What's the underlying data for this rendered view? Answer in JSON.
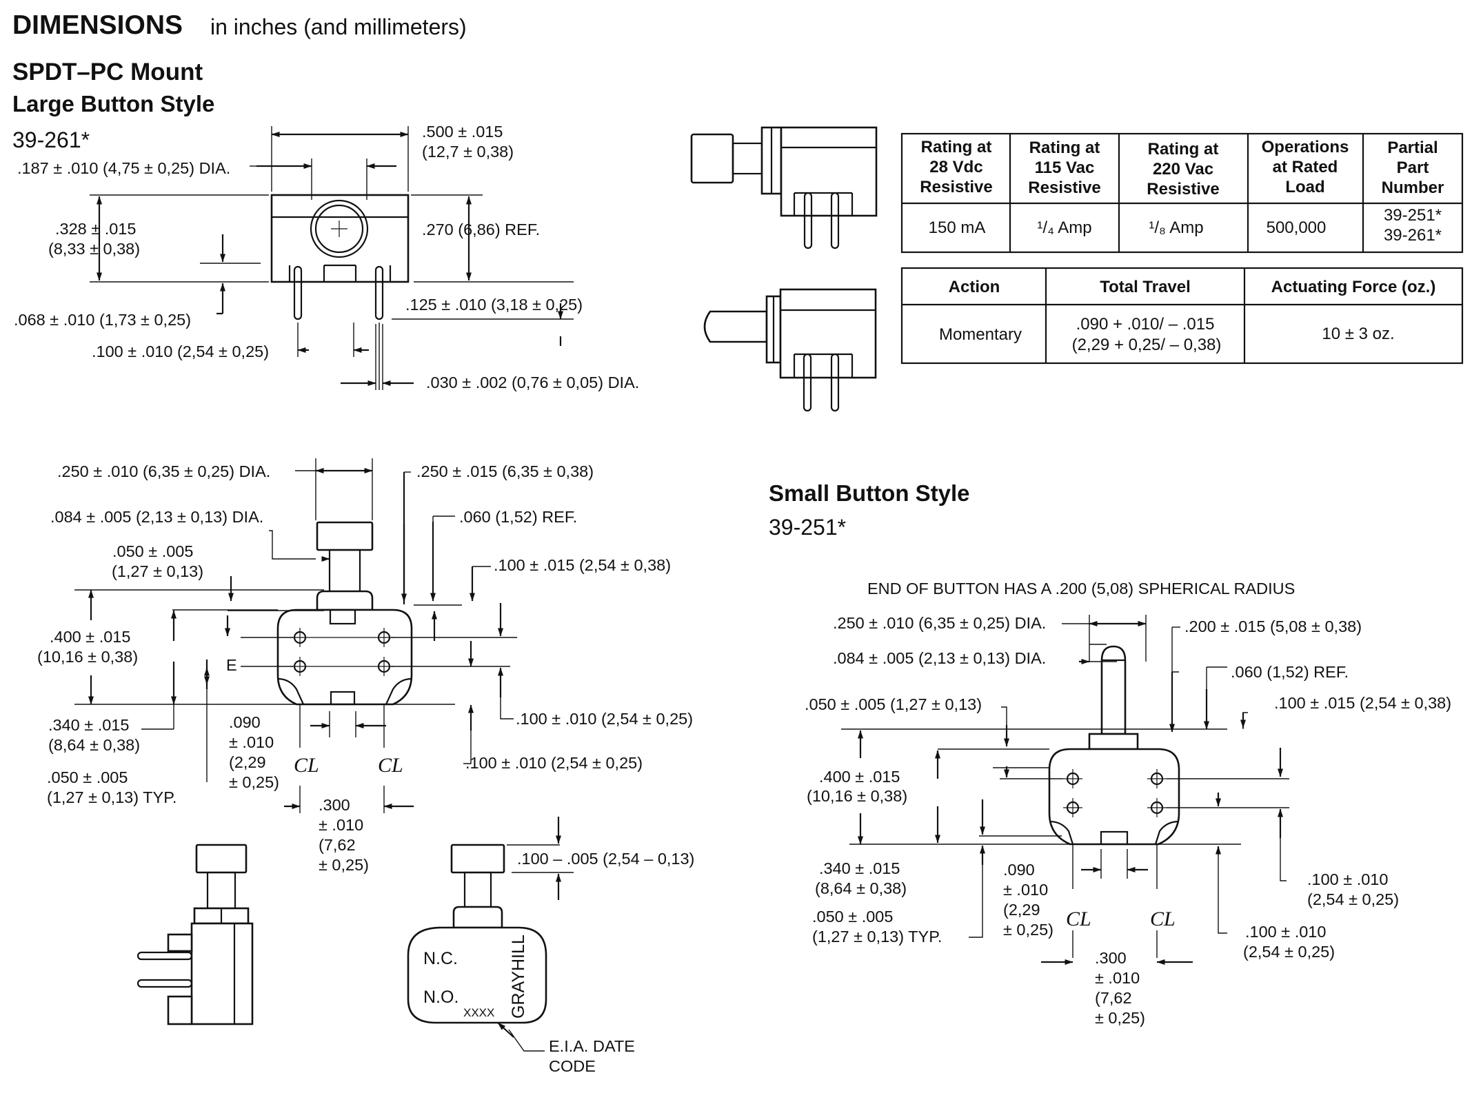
{
  "header": {
    "title": "DIMENSIONS",
    "units": "in inches (and millimeters)",
    "mount": "SPDT–PC Mount",
    "large_style": "Large Button Style",
    "large_part": "39-261*",
    "small_style": "Small Button Style",
    "small_part": "39-251*"
  },
  "large_top_dims": {
    "d1a": ".500 ± .015",
    "d1b": "(12,7 ± 0,38)",
    "d2": ".187 ± .010 (4,75 ± 0,25) DIA.",
    "d3a": ".328 ± .015",
    "d3b": "(8,33 ± 0,38)",
    "d4": ".270 (6,86) REF.",
    "d5": ".125 ± .010 (3,18 ± 0,25)",
    "d6": ".068 ± .010 (1,73 ± 0,25)",
    "d7": ".100 ± .010 (2,54 ± 0,25)",
    "d8": ".030  ± .002 (0,76 ± 0,05) DIA."
  },
  "large_front_dims": {
    "a": ".250 ± .010 (6,35 ± 0,25) DIA.",
    "b": ".250 ± .015 (6,35 ± 0,38)",
    "c": ".084 ± .005 (2,13 ± 0,13) DIA.",
    "d": ".060 (1,52) REF.",
    "e1": ".050 ± .005",
    "e2": "(1,27 ± 0,13)",
    "f": ".100 ± .015 (2,54 ± 0,38)",
    "g1": ".400 ± .015",
    "g2": "(10,16 ± 0,38)",
    "h": "E",
    "i": ".100 ± .010 (2,54 ± 0,25)",
    "j1": ".340 ± .015",
    "j2": "(8,64 ± 0,38)",
    "k1": ".090",
    "k2": "± .010",
    "k3": "(2,29",
    "k4": "± 0,25)",
    "l": ".100 ± .010 (2,54 ± 0,25)",
    "m1": ".050 ± .005",
    "m2": "(1,27 ± 0,13) TYP.",
    "n1": ".300",
    "n2": "± .010",
    "n3": "(7,62",
    "n4": "± 0,25)",
    "cl": "CL"
  },
  "large_side_dims": {
    "a": ".100 – .005 (2,54 – 0,13)",
    "nc": "N.C.",
    "no": "N.O.",
    "brand": "GRAYHILL",
    "code": "XXXX",
    "eia1": "E.I.A. DATE",
    "eia2": "CODE"
  },
  "small_dims": {
    "note": "END OF BUTTON HAS A .200 (5,08) SPHERICAL RADIUS",
    "a": ".250 ± .010 (6,35 ± 0,25) DIA.",
    "b": ".200 ± .015 (5,08 ± 0,38)",
    "c": ".084 ± .005 (2,13 ± 0,13) DIA.",
    "d": ".060 (1,52) REF.",
    "e": ".050 ± .005 (1,27 ± 0,13)",
    "f": ".100 ± .015 (2,54 ± 0,38)",
    "g1": ".400 ± .015",
    "g2": "(10,16 ± 0,38)",
    "h1": ".340 ± .015",
    "h2": "(8,64 ± 0,38)",
    "i1": ".090",
    "i2": "± .010",
    "i3": "(2,29",
    "i4": "± 0,25)",
    "j1": ".100 ± .010",
    "j2": "(2,54 ± 0,25)",
    "k1": ".050 ± .005",
    "k2": "(1,27 ± 0,13) TYP.",
    "l1": ".100 ± .010",
    "l2": "(2,54 ± 0,25)",
    "m1": ".300",
    "m2": "± .010",
    "m3": "(7,62",
    "m4": "± 0,25)",
    "cl": "CL"
  },
  "ratings_table": {
    "headers": [
      [
        "Rating at",
        "28 Vdc",
        "Resistive"
      ],
      [
        "Rating at",
        "115 Vac",
        "Resistive"
      ],
      [
        "Rating at",
        "220 Vac",
        "Resistive"
      ],
      [
        "Operations",
        "at Rated",
        "Load"
      ],
      [
        "Partial",
        "Part",
        "Number"
      ]
    ],
    "row": [
      "150 mA",
      "¹/₄ Amp",
      "¹/₈ Amp",
      "500,000"
    ],
    "parts": [
      "39-251*",
      "39-261*"
    ]
  },
  "action_table": {
    "headers": [
      "Action",
      "Total Travel",
      "Actuating Force (oz.)"
    ],
    "row": {
      "action": "Momentary",
      "travel1": ".090 + .010/ – .015",
      "travel2": "(2,29 + 0,25/ – 0,38)",
      "force": "10 ± 3 oz."
    }
  }
}
